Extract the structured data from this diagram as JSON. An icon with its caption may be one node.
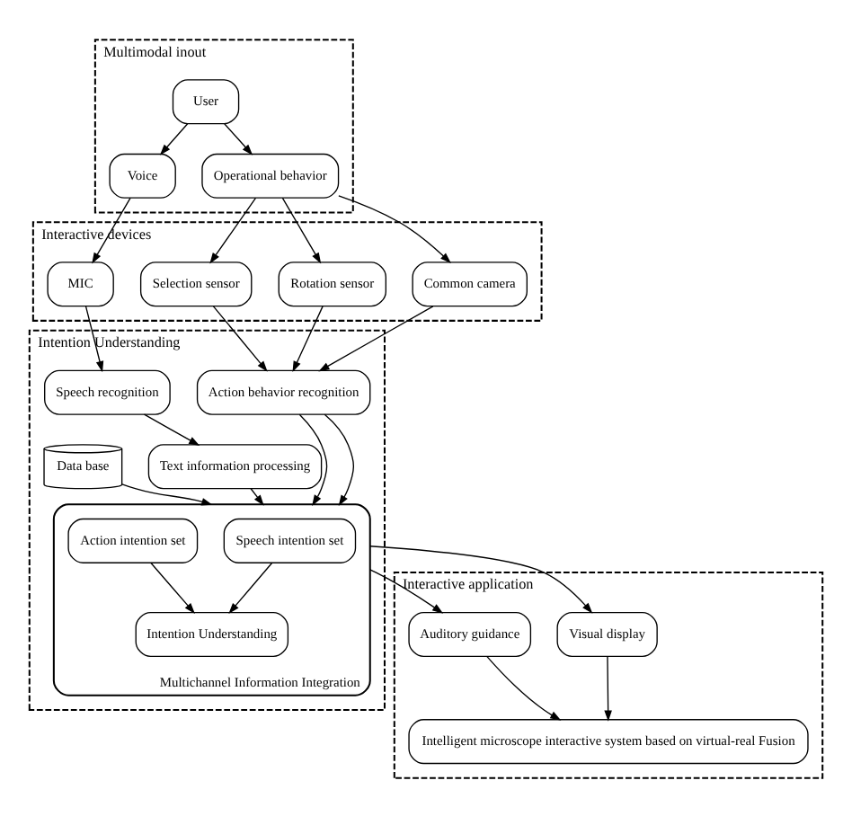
{
  "diagram": {
    "nodes": [
      {
        "text": [
          "Multimodal inout"
        ]
      },
      {
        "text": [
          "User"
        ],
        "in": 0
      },
      {
        "text": [
          "Voice"
        ],
        "in": 0
      },
      {
        "text": [
          "Operational behavior"
        ],
        "in": 0
      },
      {
        "text": [
          "Interactive devices"
        ]
      },
      {
        "text": [
          "MIC"
        ],
        "in": 4
      },
      {
        "text": [
          "Rotation sensor"
        ],
        "in": 4
      },
      {
        "text": [
          "Selection sensor"
        ],
        "in": 4
      },
      {
        "text": [
          "Common camera"
        ],
        "in": 4
      },
      {
        "text": [
          "Intention Understanding"
        ]
      },
      {
        "text": [
          "Speech recognition"
        ],
        "in": 9
      },
      {
        "text": [
          "Action behavior recognition"
        ],
        "in": 9
      },
      {
        "text": [
          "Text information processing"
        ],
        "in": 9
      },
      {
        "text": [
          "Data base"
        ],
        "in": 9
      },
      {
        "text": [
          "Multichannel Information Integration"
        ],
        "in": 9
      },
      {
        "text": [
          "Speech intention set"
        ],
        "in": 14
      },
      {
        "text": [
          "Action intention set"
        ],
        "in": 14
      },
      {
        "text": [
          "Intention Understanding"
        ],
        "in": 14
      },
      {
        "text": [
          "Interactive application"
        ]
      },
      {
        "text": [
          "Visual display"
        ],
        "in": 18
      },
      {
        "text": [
          "Auditory guidance"
        ],
        "in": 18
      },
      {
        "text": [
          "Intelligent microscope interactive system based on virtual-real Fusion"
        ],
        "in": 18
      }
    ],
    "edges": [
      {
        "from": 1,
        "to": 2,
        "arrow": "to"
      },
      {
        "from": 1,
        "to": 3,
        "arrow": "to"
      },
      {
        "from": 2,
        "to": 5,
        "arrow": "to"
      },
      {
        "from": 3,
        "to": 6,
        "arrow": "to"
      },
      {
        "from": 3,
        "to": 7,
        "arrow": "to"
      },
      {
        "from": 3,
        "to": 8,
        "arrow": "to"
      },
      {
        "from": 5,
        "to": 10,
        "arrow": "to"
      },
      {
        "from": 6,
        "to": 11,
        "arrow": "to"
      },
      {
        "from": 7,
        "to": 11,
        "arrow": "to"
      },
      {
        "from": 8,
        "to": 11,
        "arrow": "to"
      },
      {
        "from": 10,
        "to": 12,
        "arrow": "to"
      },
      {
        "from": 11,
        "to": 14,
        "arrow": "to"
      },
      {
        "from": 11,
        "to": 14,
        "arrow": "to"
      },
      {
        "from": 12,
        "to": 14,
        "arrow": "to"
      },
      {
        "from": 13,
        "to": 14,
        "arrow": "to"
      },
      {
        "from": 15,
        "to": 17,
        "arrow": "to"
      },
      {
        "from": 16,
        "to": 17,
        "arrow": "to"
      },
      {
        "from": 14,
        "to": 19,
        "arrow": "to"
      },
      {
        "from": 14,
        "to": 20,
        "arrow": "to"
      },
      {
        "from": 19,
        "to": 21,
        "arrow": "to"
      },
      {
        "from": 20,
        "to": 21,
        "arrow": "to"
      }
    ]
  }
}
